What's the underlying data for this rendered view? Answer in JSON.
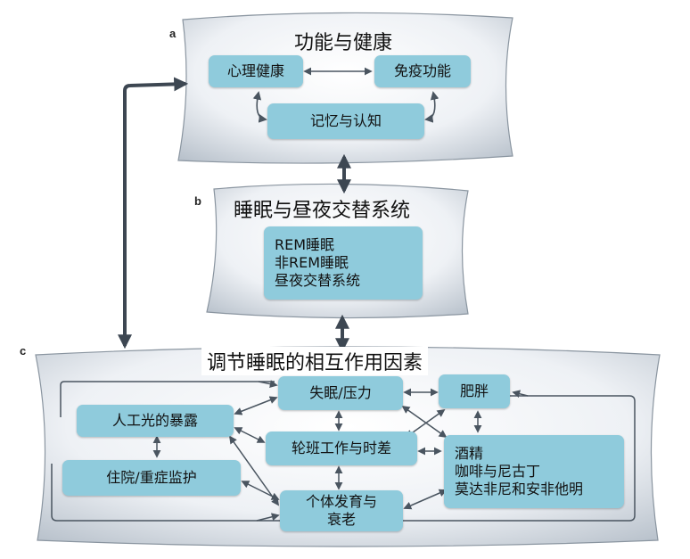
{
  "panel_a": {
    "letter": "a",
    "title": "功能与健康",
    "nodes": {
      "mental": "心理健康",
      "immune": "免疫功能",
      "memory": "记忆与认知"
    }
  },
  "panel_b": {
    "letter": "b",
    "title": "睡眠与昼夜交替系统",
    "items": [
      "REM睡眠",
      "非REM睡眠",
      "昼夜交替系统"
    ]
  },
  "panel_c": {
    "letter": "c",
    "title": "调节睡眠的相互作用因素",
    "nodes": {
      "insomnia": "失眠/压力",
      "obesity": "肥胖",
      "light": "人工光的暴露",
      "shift": "轮班工作与时差",
      "hospital": "住院/重症监护",
      "development_lines": [
        "个体发育与",
        "衰老"
      ],
      "substances_lines": [
        "酒精",
        "咖啡与尼古丁",
        "莫达非尼和安非他明"
      ]
    }
  },
  "colors": {
    "box_fill": "#8fcbdc",
    "arrow": "#4a5560",
    "pillow_fill": "#e8edf2"
  }
}
